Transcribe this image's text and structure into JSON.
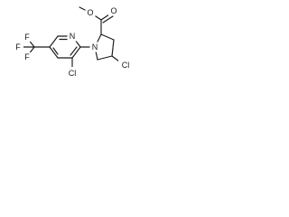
{
  "molecule": {
    "atoms": {
      "chloro_pyridine": "Cl",
      "chloro_pyrrolidine": "Cl",
      "pyridine_n": "N",
      "pyrrolidine_n": "N",
      "carbonyl_o": "O",
      "ester_o": "O",
      "f_left": "F",
      "f_top": "F",
      "f_bottom": "F"
    },
    "colors": {
      "ink": "#1a1a1a",
      "background": "#ffffff"
    }
  }
}
